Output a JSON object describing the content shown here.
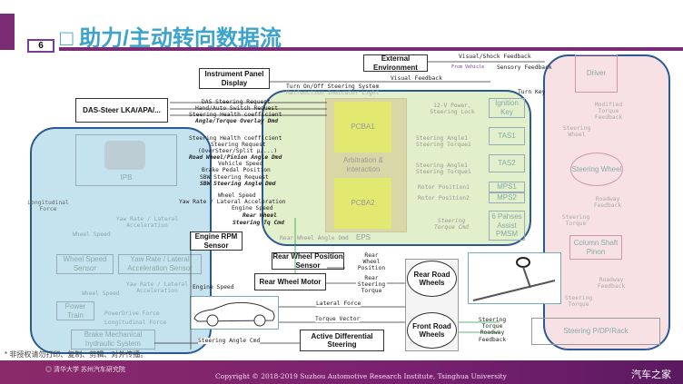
{
  "header": {
    "slide_number": "6",
    "title": "□ 助力/主动转向数据流"
  },
  "boxes": {
    "instrument_panel": "Instrument Panel Display",
    "external_env": "External Environment",
    "das_steer": "DAS-Steer LKA/APA/...",
    "ipb": "IPB",
    "wheel_speed_sensor": "Wheel Speed Sensor",
    "yaw_sensor": "Yaw Rate / Lateral Acceleration Sensor",
    "power_train": "Power Train",
    "brake": "Brake Mechanical hydraulic System",
    "engine_rpm": "Engine RPM Sensor",
    "rw_pos_sensor": "Rear Wheel Position Sensor",
    "rw_motor": "Rear Wheel Motor",
    "active_diff": "Active Differential Steering",
    "rear_road_wheels": "Rear Road Wheels",
    "front_road_wheels": "Front Road Wheels",
    "pcba1": "PCBA1",
    "pcba2": "PCBA2",
    "arbitration": "Arbitration & interaction",
    "eps": "EPS",
    "ignition": "Ignition Key",
    "tas1": "TAS1",
    "tas2": "TAS2",
    "mps1": "MPS1",
    "mps2": "MPS2",
    "pmsm": "6 Pahses Assist PMSM",
    "driver": "Driver",
    "steering_wheel": "Steering Wheel",
    "column": "Column Shaft Pinon",
    "rack": "Steering P/DP/Rack"
  },
  "signals": {
    "turn_onoff": "Turn On/Off Steering System",
    "malfunction": "Malfunction Indicator Light",
    "das_req": "DAS Steering Request",
    "hand_auto": "Hand/Auto Switch Request",
    "health1": "Steering Health coefficient",
    "overlay": "Angle/Torque Overlay Dmd",
    "health2": "Steering Health coefficient",
    "steer_req": "Steering Request",
    "oversteer": "(OverSteer/Split μ/...)",
    "road_wheel": "Road Wheel/Pinion Angle Dmd",
    "veh_speed": "Vehicle Speed",
    "brake_pedal": "Brake Pedal Position",
    "sbw_req": "SBW Steering Request",
    "sbw_angle": "SBW Steering Angle Dmd",
    "wheel_speed": "Wheel Speed",
    "yaw_lat": "Yaw Rate / Lateral Acceleration",
    "engine_speed": "Engine Speed",
    "rear_wheel_tq1": "Rear Wheel",
    "rear_wheel_tq2": "Steering Tq Cmd",
    "rw_angle": "Rear Wheel Angle Dmd",
    "visual_shock": "Visual/Shock Feedback",
    "from_vehicle": "From Vehicle",
    "sensory": "Sensory Feedback",
    "visual_fb": "Visual Feedback",
    "turn_key": "Turn Key",
    "power_lock": "12-V Power, Steering Lock",
    "angle1a": "Steering Angle1",
    "torque1a": "Steering Torque1",
    "angle1b": "Steering Angle1",
    "torque1b": "Steering Torque1",
    "rotor1": "Rotor Position1",
    "rotor2": "Rotor Position2",
    "steer_tq_cmd": "Steering Torque Cmd",
    "modified_tq": "Modified Torque Feedback",
    "sw_label": "Steering Wheel",
    "roadway1": "Roadway Feedback",
    "steer_torque1": "Steering Torque",
    "roadway2": "Roadway Feedback",
    "steer_torque2": "Steering Torque",
    "rw_position": "Rear Wheel Position",
    "rear_steer_tq": "Rear Steering Torque",
    "lateral_force": "Lateral Force",
    "torque_vector": "Torque Vector",
    "steer_angle_cmd": "Steering Angle Cmd",
    "engine_speed2": "Engine Speed",
    "long_force": "Longitudinal Force",
    "yaw_lat2": "Yaw Rate / Lateral Acceleration",
    "wheel_speed2": "Wheel Speed",
    "wheel_speed3": "Wheel Speed",
    "yaw_lat3": "Yaw Rate / Lateral Acceleration",
    "powerdrive": "PowerDrive Force",
    "long_force2": "Longitudinal Force",
    "tq_roadway": "Steering Torque Roadway Feedback"
  },
  "note": "* 非授权请勿打印、复制、剪辑、对外传播。",
  "footer": {
    "copyright": "Copyright © 2018-2019 Suzhou Automotive Research Institute, Tsinghua University",
    "logo": "清华大学 苏州汽车研究院",
    "watermark": "汽车之家"
  }
}
